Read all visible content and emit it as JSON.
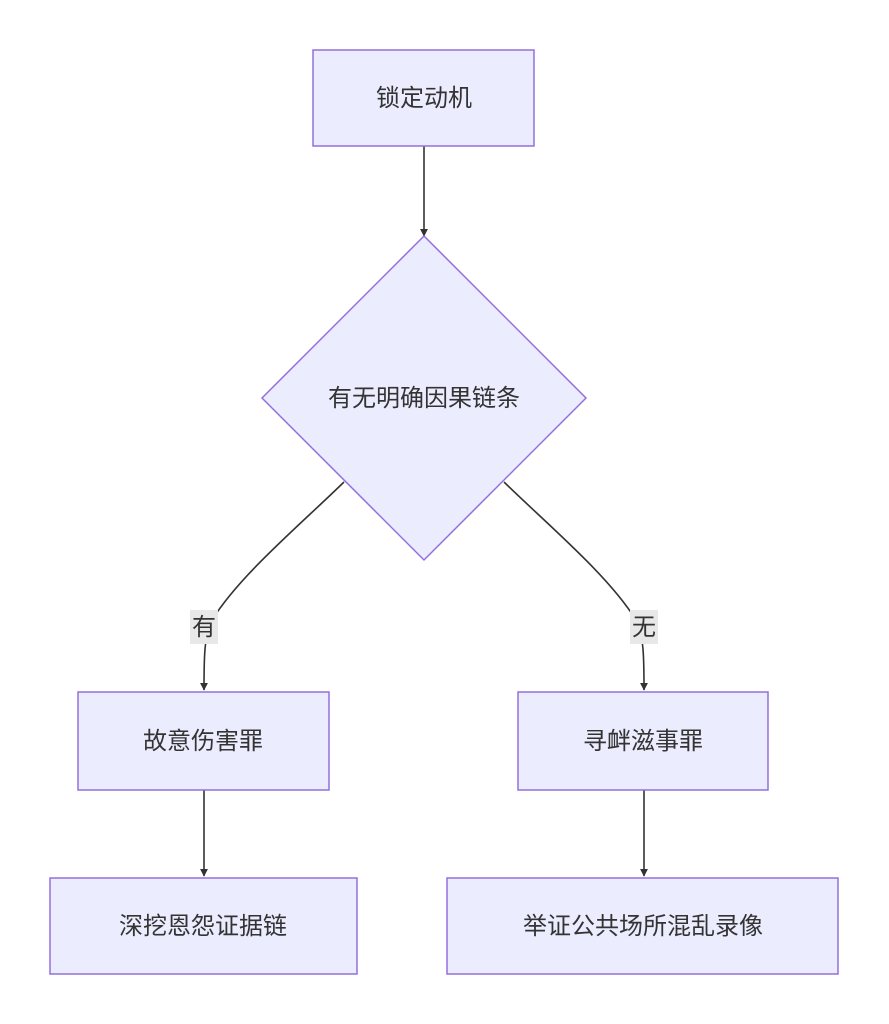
{
  "nodes": {
    "start": "锁定动机",
    "decision": "有无明确因果链条",
    "left_result": "故意伤害罪",
    "right_result": "寻衅滋事罪",
    "left_action": "深挖恩怨证据链",
    "right_action": "举证公共场所混乱录像"
  },
  "edges": {
    "yes_label": "有",
    "no_label": "无"
  },
  "colors": {
    "node_fill": "#ECECFF",
    "node_border": "#9370DB",
    "edge_line": "#333333",
    "edge_label_bg": "#E8E8E8",
    "text": "#333333"
  }
}
